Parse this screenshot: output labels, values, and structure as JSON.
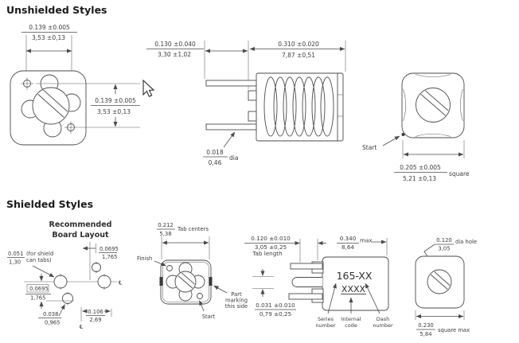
{
  "headings": {
    "unshielded": "Unshielded Styles",
    "shielded": "Shielded Styles"
  },
  "board_layout": {
    "title1": "Recommended",
    "title2": "Board Layout",
    "tab_hole_in": "0.051",
    "tab_hole_mm": "1,30",
    "tab_hole_note1": "(for shield",
    "tab_hole_note2": "can tabs)",
    "pitch_top_in": "0.0695",
    "pitch_top_mm": "1,765",
    "pitch_left_in": "0.0695",
    "pitch_left_mm": "1,765",
    "offset_in": "0.038",
    "offset_mm": "0,965",
    "span_in": "0.106",
    "span_mm": "2,69",
    "centerline_right": "℄",
    "centerline_bottom": "℄"
  },
  "unshielded": {
    "front": {
      "dim_width_in": "0.139 ±0.005",
      "dim_width_mm": "3,53 ±0,13",
      "dim_height_in": "0.139 ±0.005",
      "dim_height_mm": "3,53 ±0,13"
    },
    "side": {
      "dim_lead_in": "0.130 ±0.040",
      "dim_lead_mm": "3,30 ±1,02",
      "dim_body_in": "0.310 ±0.020",
      "dim_body_mm": "7,87 ±0,51",
      "dim_wire_in": "0.018",
      "dim_wire_mm": "0,46",
      "dim_wire_suffix": "dia"
    },
    "top": {
      "start": "Start",
      "dim_square_in": "0.205 ±0.005",
      "dim_square_mm": "5,21 ±0,13",
      "dim_square_suffix": "square"
    }
  },
  "shielded": {
    "front": {
      "finish": "Finish",
      "start": "Start",
      "tab_centers_in": "0.212",
      "tab_centers_mm": "5,38",
      "tab_centers_label": "Tab centers",
      "part_marking1": "Part",
      "part_marking2": "marking",
      "part_marking3": "this side"
    },
    "side": {
      "tab_length_in": "0.120 ±0.010",
      "tab_length_mm": "3,05 ±0,25",
      "tab_length_label": "Tab length",
      "height_in": "0.340",
      "height_mm": "8,64",
      "height_suffix": "max",
      "offset_in": "0.031 ±0.010",
      "offset_mm": "0,79 ±0,25",
      "marking_line1": "165-XX",
      "marking_line2": "XXXX",
      "series1": "Series",
      "series2": "number",
      "internal1": "Internal",
      "internal2": "code",
      "dash1": "Dash",
      "dash2": "number"
    },
    "back": {
      "hole_in": "0.120",
      "hole_mm": "3,05",
      "hole_suffix": "dia hole",
      "square_in": "0.230",
      "square_mm": "5,84",
      "square_suffix": "square max"
    }
  }
}
